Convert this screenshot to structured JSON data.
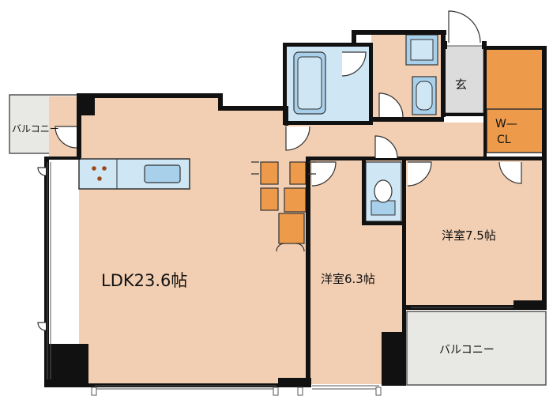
{
  "rooms": {
    "ldk": "LDK23.6帖",
    "western1": "洋室6.3帖",
    "western2": "洋室7.5帖",
    "entrance": "玄",
    "walkin_closet": [
      "W—",
      "CL"
    ],
    "balcony_left": "バルコニー",
    "balcony_right": "バルコニー"
  },
  "colors": {
    "floor": "#f2cfb3",
    "wet_area": "#cfe6f5",
    "storage": "#ee9a4b",
    "balcony": "#e8e8e4",
    "entrance": "#dcdcdc",
    "wall": "#111111"
  }
}
